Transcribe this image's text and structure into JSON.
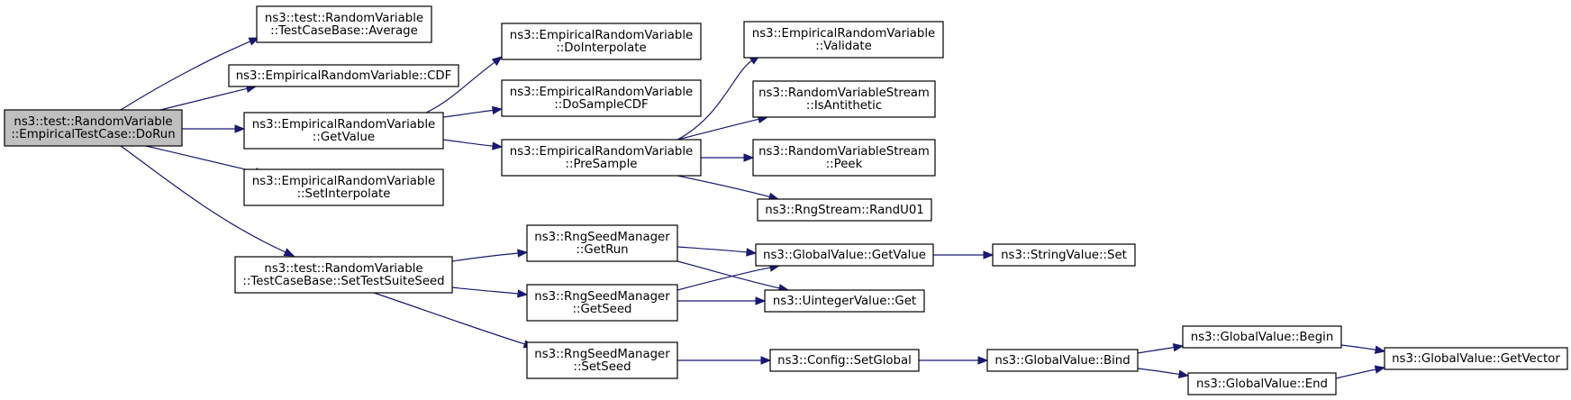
{
  "diagram": {
    "colors": {
      "root_fill": "#bfbfbf",
      "node_fill": "#ffffff",
      "edge": "#191970",
      "border": "#000000"
    },
    "nodes": [
      {
        "id": "doRun",
        "lines": [
          "ns3::test::RandomVariable",
          "::EmpiricalTestCase::DoRun"
        ],
        "root": true
      },
      {
        "id": "average",
        "lines": [
          "ns3::test::RandomVariable",
          "::TestCaseBase::Average"
        ]
      },
      {
        "id": "cdf",
        "lines": [
          "ns3::EmpiricalRandomVariable::CDF"
        ]
      },
      {
        "id": "getValueERV",
        "lines": [
          "ns3::EmpiricalRandomVariable",
          "::GetValue"
        ]
      },
      {
        "id": "setInterpolate",
        "lines": [
          "ns3::EmpiricalRandomVariable",
          "::SetInterpolate"
        ]
      },
      {
        "id": "setTestSuiteSeed",
        "lines": [
          "ns3::test::RandomVariable",
          "::TestCaseBase::SetTestSuiteSeed"
        ]
      },
      {
        "id": "doInterpolate",
        "lines": [
          "ns3::EmpiricalRandomVariable",
          "::DoInterpolate"
        ]
      },
      {
        "id": "doSampleCDF",
        "lines": [
          "ns3::EmpiricalRandomVariable",
          "::DoSampleCDF"
        ]
      },
      {
        "id": "preSample",
        "lines": [
          "ns3::EmpiricalRandomVariable",
          "::PreSample"
        ]
      },
      {
        "id": "validate",
        "lines": [
          "ns3::EmpiricalRandomVariable",
          "::Validate"
        ]
      },
      {
        "id": "isAntithetic",
        "lines": [
          "ns3::RandomVariableStream",
          "::IsAntithetic"
        ]
      },
      {
        "id": "peek",
        "lines": [
          "ns3::RandomVariableStream",
          "::Peek"
        ]
      },
      {
        "id": "randU01",
        "lines": [
          "ns3::RngStream::RandU01"
        ]
      },
      {
        "id": "getRun",
        "lines": [
          "ns3::RngSeedManager",
          "::GetRun"
        ]
      },
      {
        "id": "getSeed",
        "lines": [
          "ns3::RngSeedManager",
          "::GetSeed"
        ]
      },
      {
        "id": "setSeed",
        "lines": [
          "ns3::RngSeedManager",
          "::SetSeed"
        ]
      },
      {
        "id": "gvGetValue",
        "lines": [
          "ns3::GlobalValue::GetValue"
        ]
      },
      {
        "id": "uintGet",
        "lines": [
          "ns3::UintegerValue::Get"
        ]
      },
      {
        "id": "stringSet",
        "lines": [
          "ns3::StringValue::Set"
        ]
      },
      {
        "id": "configSetGlobal",
        "lines": [
          "ns3::Config::SetGlobal"
        ]
      },
      {
        "id": "gvBind",
        "lines": [
          "ns3::GlobalValue::Bind"
        ]
      },
      {
        "id": "gvBegin",
        "lines": [
          "ns3::GlobalValue::Begin"
        ]
      },
      {
        "id": "gvEnd",
        "lines": [
          "ns3::GlobalValue::End"
        ]
      },
      {
        "id": "gvGetVector",
        "lines": [
          "ns3::GlobalValue::GetVector"
        ]
      }
    ],
    "edges": [
      {
        "from": "doRun",
        "to": "average"
      },
      {
        "from": "doRun",
        "to": "cdf"
      },
      {
        "from": "doRun",
        "to": "getValueERV"
      },
      {
        "from": "doRun",
        "to": "setInterpolate"
      },
      {
        "from": "doRun",
        "to": "setTestSuiteSeed"
      },
      {
        "from": "getValueERV",
        "to": "doInterpolate"
      },
      {
        "from": "getValueERV",
        "to": "doSampleCDF"
      },
      {
        "from": "getValueERV",
        "to": "preSample"
      },
      {
        "from": "preSample",
        "to": "validate"
      },
      {
        "from": "preSample",
        "to": "isAntithetic"
      },
      {
        "from": "preSample",
        "to": "peek"
      },
      {
        "from": "preSample",
        "to": "randU01"
      },
      {
        "from": "setTestSuiteSeed",
        "to": "getRun"
      },
      {
        "from": "setTestSuiteSeed",
        "to": "getSeed"
      },
      {
        "from": "setTestSuiteSeed",
        "to": "setSeed"
      },
      {
        "from": "getRun",
        "to": "gvGetValue"
      },
      {
        "from": "getRun",
        "to": "uintGet"
      },
      {
        "from": "getSeed",
        "to": "gvGetValue"
      },
      {
        "from": "getSeed",
        "to": "uintGet"
      },
      {
        "from": "gvGetValue",
        "to": "stringSet"
      },
      {
        "from": "setSeed",
        "to": "configSetGlobal"
      },
      {
        "from": "configSetGlobal",
        "to": "gvBind"
      },
      {
        "from": "gvBind",
        "to": "gvBegin"
      },
      {
        "from": "gvBind",
        "to": "gvEnd"
      },
      {
        "from": "gvBegin",
        "to": "gvGetVector"
      },
      {
        "from": "gvEnd",
        "to": "gvGetVector"
      }
    ]
  }
}
